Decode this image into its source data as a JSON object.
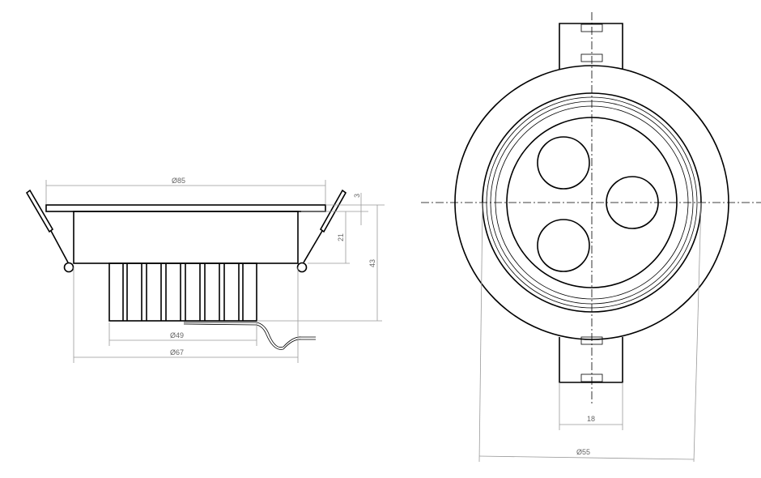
{
  "side_view": {
    "dims": {
      "flange_diameter": "Ø85",
      "heatsink_diameter": "Ø49",
      "body_diameter": "Ø67",
      "flange_thickness": "3",
      "body_height": "21",
      "total_height": "43"
    }
  },
  "front_view": {
    "dims": {
      "tab_width": "18",
      "diameter": "Ø55"
    }
  }
}
